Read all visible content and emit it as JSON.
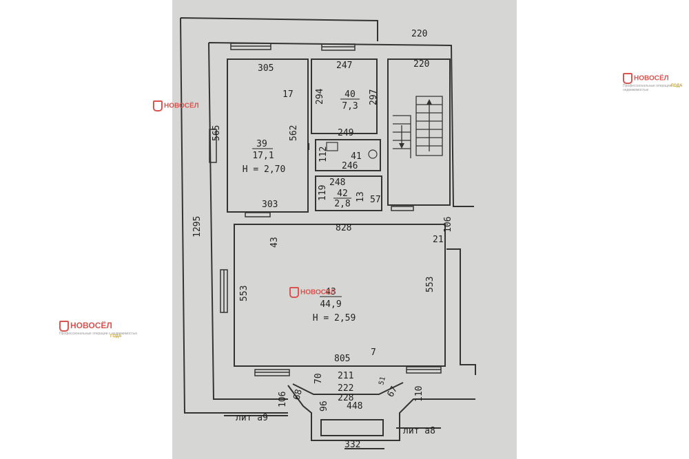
{
  "watermark": {
    "brand": "НОВОСЁЛ",
    "tagline": "Профессиональные операции с недвижимостью",
    "badge": "ГОДА"
  },
  "plan": {
    "rooms": [
      {
        "number": "39",
        "area": "17,1",
        "height": "Н = 2,70"
      },
      {
        "number": "40",
        "area": "7,3"
      },
      {
        "number": "41"
      },
      {
        "number": "42",
        "area": "2,8"
      },
      {
        "number": "43",
        "area": "44,9",
        "height": "Н = 2,59"
      }
    ],
    "dimensions": {
      "d220a": "220",
      "d220b": "220",
      "d305": "305",
      "d247": "247",
      "d17": "17",
      "d294": "294",
      "d297": "297",
      "d565": "565",
      "d562": "562",
      "d249": "249",
      "d112": "112",
      "d246": "246",
      "d248": "248",
      "d119": "119",
      "d13": "13",
      "d57": "57",
      "d303": "303",
      "d828": "828",
      "d106a": "106",
      "d21": "21",
      "d1295": "1295",
      "d43": "43",
      "d553a": "553",
      "d553b": "553",
      "d7": "7",
      "d805": "805",
      "d70": "70",
      "d211": "211",
      "d222": "222",
      "d228": "228",
      "d106b": "106",
      "d68": "68",
      "d96": "96",
      "d448": "448",
      "d67": "67",
      "d110": "110",
      "d332": "332",
      "d51": "51"
    },
    "labels": {
      "lit_a9": "лит а9",
      "lit_a8": "лит а8"
    }
  }
}
